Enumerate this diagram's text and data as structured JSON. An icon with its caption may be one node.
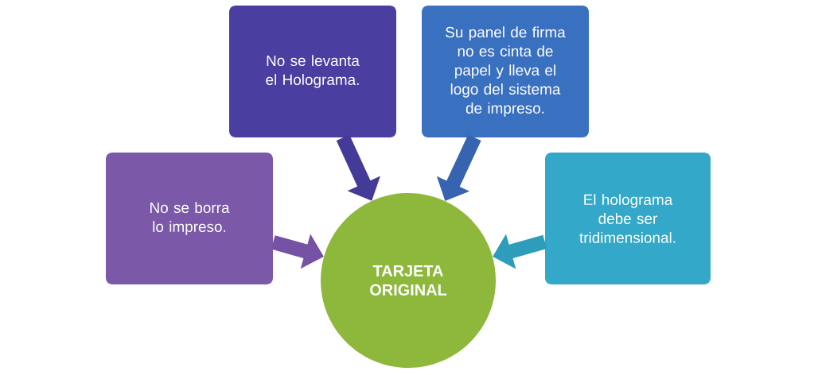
{
  "diagram": {
    "nodes": [
      {
        "text": [
          "TARJETA ORIGINAL"
        ]
      },
      {
        "text": [
          "No se borra lo impreso."
        ]
      },
      {
        "text": [
          "No se levanta el Holograma."
        ]
      },
      {
        "text": [
          "Su panel de firma no es cinta de papel y lleva el logo del sistema de impreso."
        ]
      },
      {
        "text": [
          "El holograma debe ser tridimensional."
        ]
      }
    ],
    "edges": [
      {
        "from": 1,
        "to": 0,
        "arrow": "to",
        "color": "#7552a3"
      },
      {
        "from": 2,
        "to": 0,
        "arrow": "to",
        "color": "#443a98"
      },
      {
        "from": 3,
        "to": 0,
        "arrow": "to",
        "color": "#3764b0"
      },
      {
        "from": 4,
        "to": 0,
        "arrow": "to",
        "color": "#2e9dbb"
      }
    ]
  }
}
